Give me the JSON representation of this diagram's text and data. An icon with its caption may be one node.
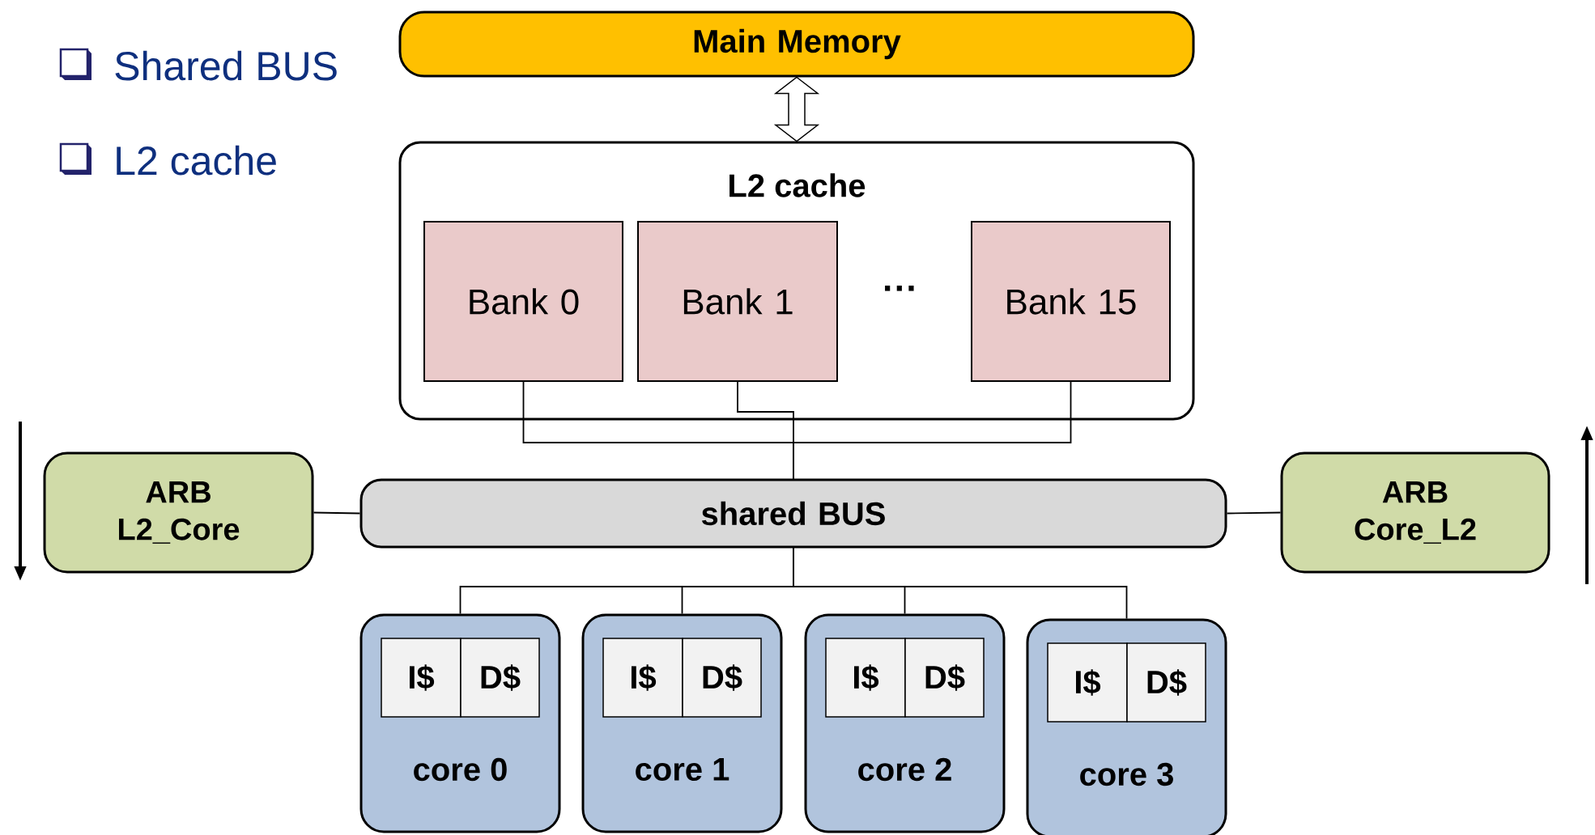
{
  "diagram": {
    "nodes": [
      {
        "text": [
          "Main Memory"
        ]
      },
      {
        "text": [
          "L2 cache"
        ]
      },
      {
        "text": [
          "Bank 0"
        ],
        "in": 1
      },
      {
        "text": [
          "Bank 1"
        ],
        "in": 1
      },
      {
        "text": [
          "Bank 15"
        ],
        "in": 1
      },
      {
        "text": [
          "ARB L2_Core"
        ]
      },
      {
        "text": [
          "shared BUS"
        ]
      },
      {
        "text": [
          "ARB Core_L2"
        ]
      },
      {
        "text": [
          "core 0"
        ]
      },
      {
        "text": [
          "I$"
        ],
        "in": 8
      },
      {
        "text": [
          "D$"
        ],
        "in": 8
      },
      {
        "text": [
          "core 1"
        ]
      },
      {
        "text": [
          "I$"
        ],
        "in": 11
      },
      {
        "text": [
          "D$"
        ],
        "in": 11
      },
      {
        "text": [
          "core 2"
        ]
      },
      {
        "text": [
          "I$"
        ],
        "in": 14
      },
      {
        "text": [
          "D$"
        ],
        "in": 14
      },
      {
        "text": [
          "core 3"
        ]
      },
      {
        "text": [
          "I$"
        ],
        "in": 17
      },
      {
        "text": [
          "D$"
        ],
        "in": 17
      }
    ],
    "edges": [
      {
        "from": 0,
        "to": 1,
        "arrow": "both",
        "style": "thick"
      },
      {
        "from": 2,
        "to": 6,
        "arrow": "none"
      },
      {
        "from": 3,
        "to": 6,
        "arrow": "none"
      },
      {
        "from": 4,
        "to": 6,
        "arrow": "none"
      },
      {
        "from": 5,
        "to": 6,
        "arrow": "none"
      },
      {
        "from": 6,
        "to": 7,
        "arrow": "none"
      },
      {
        "from": 6,
        "to": 8,
        "arrow": "none"
      },
      {
        "from": 6,
        "to": 11,
        "arrow": "none"
      },
      {
        "from": 6,
        "to": 14,
        "arrow": "none"
      },
      {
        "from": 6,
        "to": 17,
        "arrow": "none"
      }
    ],
    "labels": [
      "Shared BUS",
      "L2 cache",
      "···"
    ]
  }
}
